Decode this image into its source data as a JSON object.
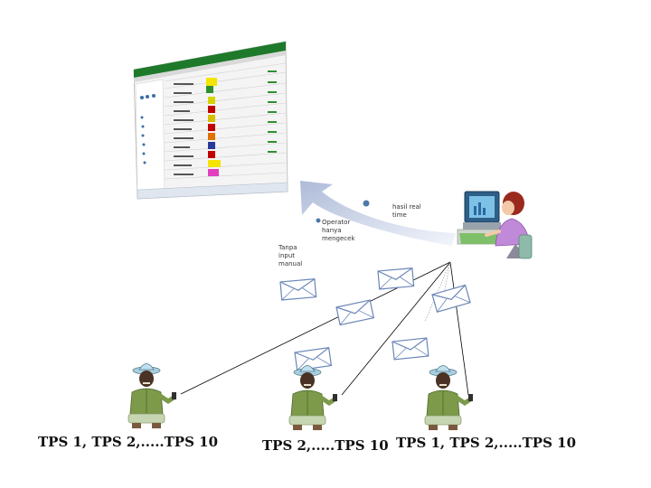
{
  "notes": {
    "hasil_real_time": "hasil real\ntime",
    "operator": "Operator\nhanya\nmengecek",
    "tanpa_input": "Tanpa\ninput\nmanual"
  },
  "tps_labels": [
    "TPS 1, TPS 2,.....TPS 10",
    "TPS 2,.....TPS 10",
    "TPS 1, TPS 2,.....TPS 10"
  ],
  "colors": {
    "arrow": "#c9d3e8",
    "app_header": "#1e7a2a",
    "envelope": "#6a86b8",
    "line": "#000000"
  },
  "icons": [
    "monitoring-screenshot",
    "operator-at-computer",
    "envelope-icon",
    "field-officer-with-phone"
  ]
}
